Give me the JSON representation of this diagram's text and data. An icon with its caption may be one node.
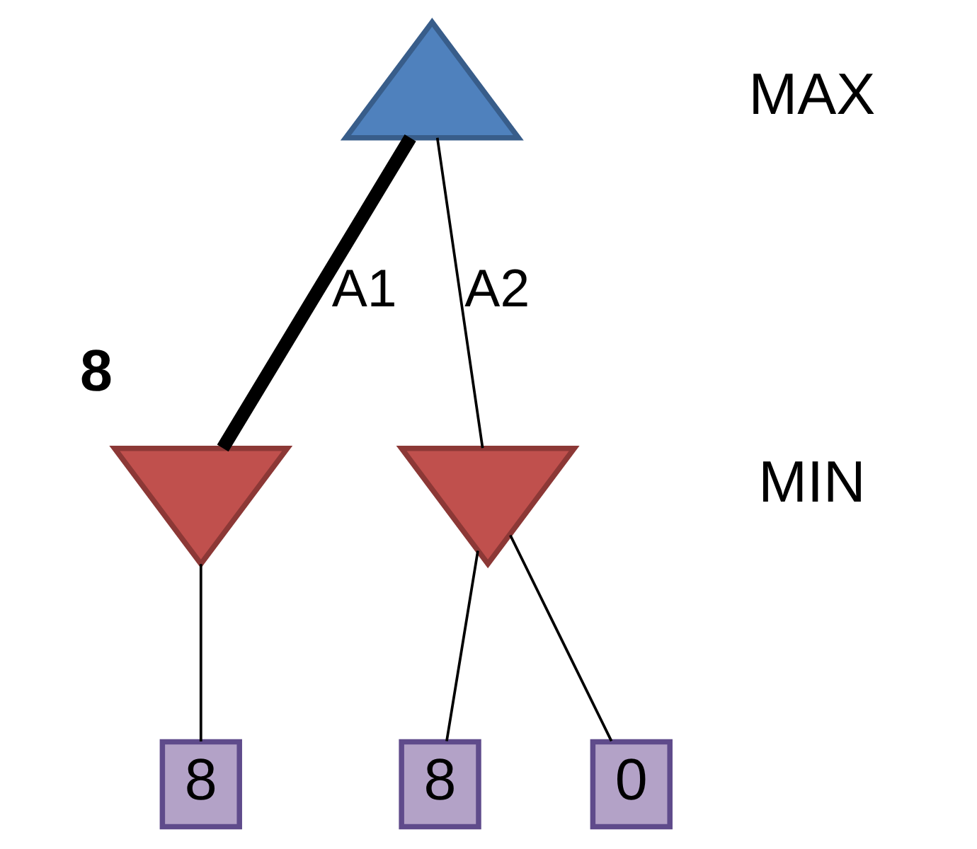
{
  "diagram": {
    "nodes": [
      {
        "text": [],
        "shape": "triangle"
      },
      {
        "text": [],
        "shape": "triangle",
        "beside": [
          "8"
        ]
      },
      {
        "text": [],
        "shape": "triangle"
      },
      {
        "text": [
          "8"
        ]
      },
      {
        "text": [
          "8"
        ]
      },
      {
        "text": [
          "0"
        ]
      }
    ],
    "edges": [
      {
        "from": 0,
        "to": 1,
        "arrow": "none",
        "label": "A1",
        "style": "thick"
      },
      {
        "from": 0,
        "to": 2,
        "arrow": "none",
        "label": "A2"
      },
      {
        "from": 1,
        "to": 3,
        "arrow": "none"
      },
      {
        "from": 2,
        "to": 4,
        "arrow": "none"
      },
      {
        "from": 2,
        "to": 5,
        "arrow": "none"
      }
    ],
    "labels": [
      "MAX",
      "MIN"
    ]
  }
}
